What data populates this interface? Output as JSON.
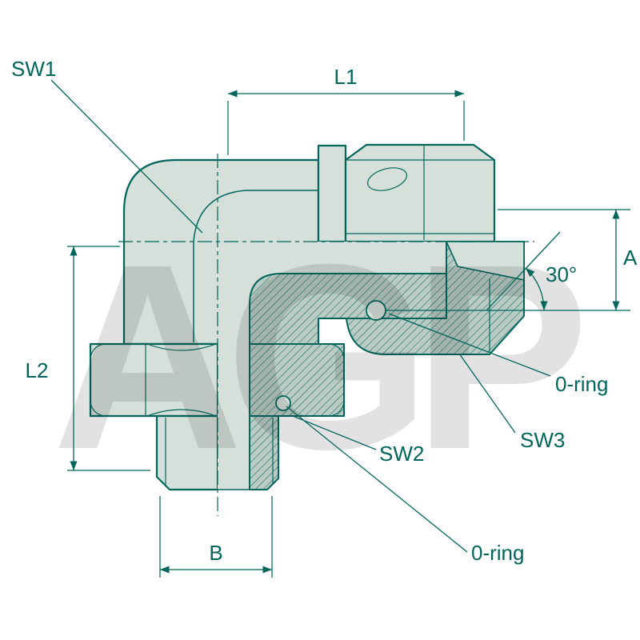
{
  "watermark": "AGP",
  "labels": {
    "sw1": "SW1",
    "l1": "L1",
    "a": "A",
    "angle": "30°",
    "l2": "L2",
    "oring_right": "0-ring",
    "sw3": "SW3",
    "sw2": "SW2",
    "oring_bottom": "0-ring",
    "b": "B"
  },
  "colors": {
    "line": "#00665c",
    "fill_light": "#d5e0da",
    "fill_mid": "#b9cbc3",
    "watermark": "#e2e2e2"
  }
}
